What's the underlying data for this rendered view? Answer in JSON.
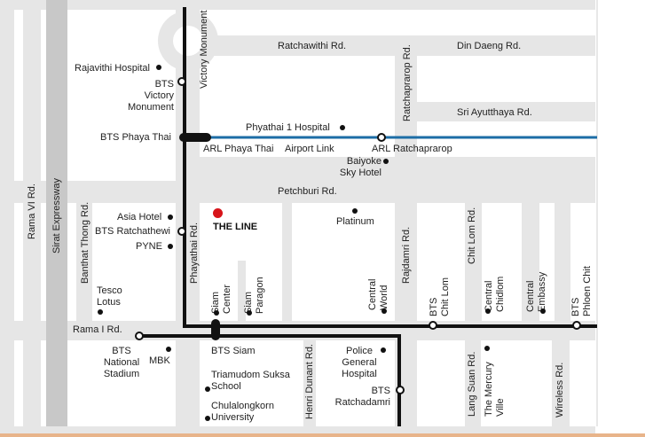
{
  "map": {
    "roads": {
      "ratchawithi": "Ratchawithi Rd.",
      "din_daeng": "Din Daeng Rd.",
      "ratchaprarop": "Ratchaprarop Rd.",
      "sri_ayutthaya": "Sri Ayutthaya Rd.",
      "petchburi": "Petchburi Rd.",
      "rama_vi": "Rama VI Rd.",
      "sirat_expressway": "Sirat Expressway",
      "banthat_thong": "Banthat Thong Rd.",
      "phayathai": "Phayathai Rd.",
      "rajdamri": "Rajdamri Rd.",
      "chit_lom": "Chit Lom Rd.",
      "rama_i": "Rama I Rd.",
      "henri_dunant": "Henri Dunant Rd.",
      "lang_suan": "Lang Suan Rd.",
      "wireless": "Wireless Rd.",
      "victory_monument_road": "Victory Monument"
    },
    "places": {
      "rajavithi_hospital": "Rajavithi Hospital",
      "bts_victory_monument": "BTS\nVictory\nMonument",
      "bts_phaya_thai": "BTS Phaya Thai",
      "phyathai_1_hospital": "Phyathai 1 Hospital",
      "arl_phaya_thai": "ARL Phaya Thai",
      "airport_link": "Airport Link",
      "arl_ratchaprarop": "ARL Ratchaprarop",
      "baiyoke": "Baiyoke\nSky Hotel",
      "asia_hotel": "Asia Hotel",
      "bts_ratchathewi": "BTS Ratchathewi",
      "pyne": "PYNE",
      "the_line": "THE LINE",
      "platinum": "Platinum",
      "tesco_lotus": "Tesco\nLotus",
      "siam_center": "Siam\nCenter",
      "siam_paragon": "Siam\nParagon",
      "central_world": "Central\nWorld",
      "bts_chit_lom": "BTS\nChit Lom",
      "central_chidlom": "Central\nChidlom",
      "central_embassy": "Central\nEmbassy",
      "bts_phloen_chit": "BTS\nPhloen Chit",
      "bts_national_stadium": "BTS\nNational\nStadium",
      "mbk": "MBK",
      "bts_siam": "BTS Siam",
      "triamudom": "Triamudom Suksa\nSchool",
      "chulalongkorn": "Chulalongkorn\nUniversity",
      "police_hospital": "Police\nGeneral\nHospital",
      "bts_ratchadamri": "BTS\nRatchadamri",
      "the_mercury_ville": "The Mercury\nVille"
    },
    "colors": {
      "road_fill": "#e6e6e6",
      "expressway": "#c8c8c8",
      "bts_line": "#111111",
      "airport_link_line": "#1c6da6",
      "the_line_marker": "#d7141a",
      "bottom_border": "#e8b48a"
    }
  }
}
